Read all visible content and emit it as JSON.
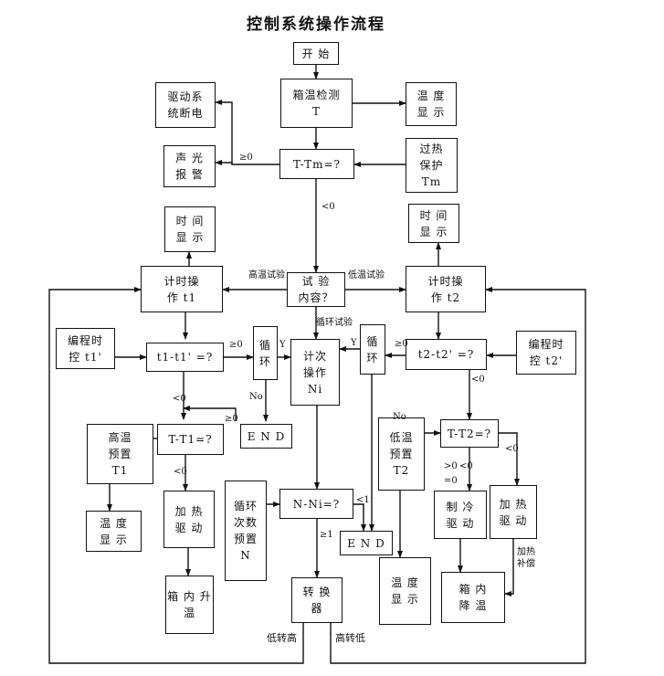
{
  "title": "控制系统操作流程",
  "boxes": {
    "start": "开 始",
    "tank_temp_detect": "箱温检测\nT",
    "drive_power_off": "驱动系\n统断电",
    "temp_display_top": "温 度\n显 示",
    "alarm": "声 光\n报 警",
    "compare_tm": "T-Tm=?",
    "overheat": "过热\n保护\nTm",
    "time_display_left": "时 间\n显 示",
    "time_display_right": "时 间\n显 示",
    "timer_left": "计时操\n作 t1",
    "test_content": "试  验\n内容？",
    "timer_right": "计时操\n作 t2",
    "prog_left": "编程时\n控 t1'",
    "t1_compare": "t1-t1' =?",
    "loop_left": "循\n环",
    "count_op": "计次\n操作\nNi",
    "loop_right": "循\n环",
    "t2_compare": "t2-t2' =?",
    "prog_right": "编程时\n控 t2'",
    "high_preset": "高温\n预置\nT1",
    "t_t1": "T-T1=?",
    "end_left": "E N D",
    "low_preset": "低温\n预置\nT2",
    "t_t2": "T-T2=?",
    "heat_drive_left": "加 热\n驱 动",
    "cycle_preset": "循环\n次数\n预置\nN",
    "n_compare": "N-Ni=?",
    "end_mid": "E N D",
    "cool_drive": "制 冷\n驱 动",
    "heat_drive_right": "加 热\n驱 动",
    "temp_display_left": "温 度\n显 示",
    "temp_rise": "箱 内 升\n温",
    "converter": "转 换\n器",
    "temp_display_low": "温 度\n显 示",
    "temp_drop": "箱 内\n降 温"
  },
  "labels": {
    "ge0_top": "≥0",
    "lt0_top": "<0",
    "high_test": "高温试验",
    "low_test": "低温试验",
    "cycle_test": "循环试验",
    "ge0_left": "≥0",
    "y_left": "Y",
    "ge0_right": "≥0",
    "y_right": "Y",
    "lt0_left": "<0",
    "no_left": "No",
    "lt0_right": "<0",
    "no_right": "No",
    "ge0_tt1": "≥0",
    "lt0_tt1": "<0",
    "lt1": "<1",
    "ge1": "≥1",
    "gt0": ">0",
    "lt0_tt2a": "<0",
    "eq0": "=0",
    "lt0_tt2b": "<0",
    "heat_comp": "加热\n补偿",
    "low_to_high": "低转高",
    "high_to_low": "高转低"
  }
}
